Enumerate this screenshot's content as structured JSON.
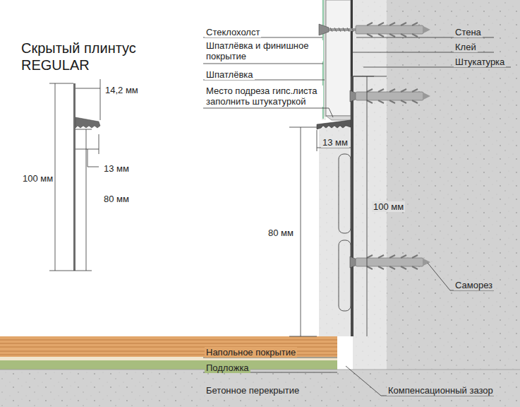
{
  "diagram": {
    "title": "Скрытый плинтус REGULAR",
    "labels": [
      "14,2 мм",
      "100 мм",
      "13 мм",
      "80 мм",
      "Стеклохолст",
      "Шпатлёвка и финишное покрытие",
      "Шпатлёвка",
      "Место подреза гипс.листа заполнить штукатуркой",
      "Стена",
      "Клей",
      "Штукатурка",
      "13 мм",
      "100 мм",
      "80 мм",
      "Саморез",
      "Напольное покрытие",
      "Подложка",
      "Бетонное перекрытие",
      "Компенсационный зазор"
    ]
  }
}
